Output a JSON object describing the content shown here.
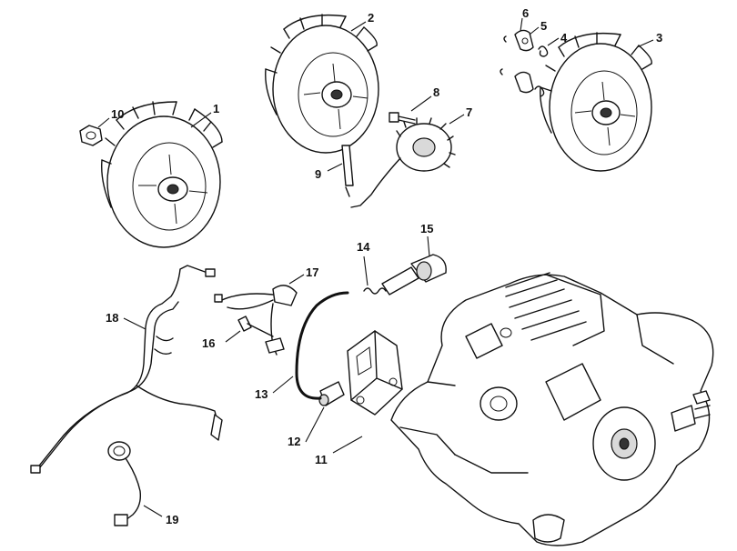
{
  "callouts": [
    {
      "id": "1",
      "label": "1"
    },
    {
      "id": "2",
      "label": "2"
    },
    {
      "id": "3",
      "label": "3"
    },
    {
      "id": "4",
      "label": "4"
    },
    {
      "id": "5",
      "label": "5"
    },
    {
      "id": "6",
      "label": "6"
    },
    {
      "id": "7",
      "label": "7"
    },
    {
      "id": "8",
      "label": "8"
    },
    {
      "id": "9",
      "label": "9"
    },
    {
      "id": "10",
      "label": "10"
    },
    {
      "id": "11",
      "label": "11"
    },
    {
      "id": "12",
      "label": "12"
    },
    {
      "id": "13",
      "label": "13"
    },
    {
      "id": "14",
      "label": "14"
    },
    {
      "id": "15",
      "label": "15"
    },
    {
      "id": "16",
      "label": "16"
    },
    {
      "id": "17",
      "label": "17"
    },
    {
      "id": "18",
      "label": "18"
    },
    {
      "id": "19",
      "label": "19"
    }
  ],
  "colors": {
    "line": "#111111",
    "background": "#ffffff",
    "shade": "#d9d9d9"
  }
}
